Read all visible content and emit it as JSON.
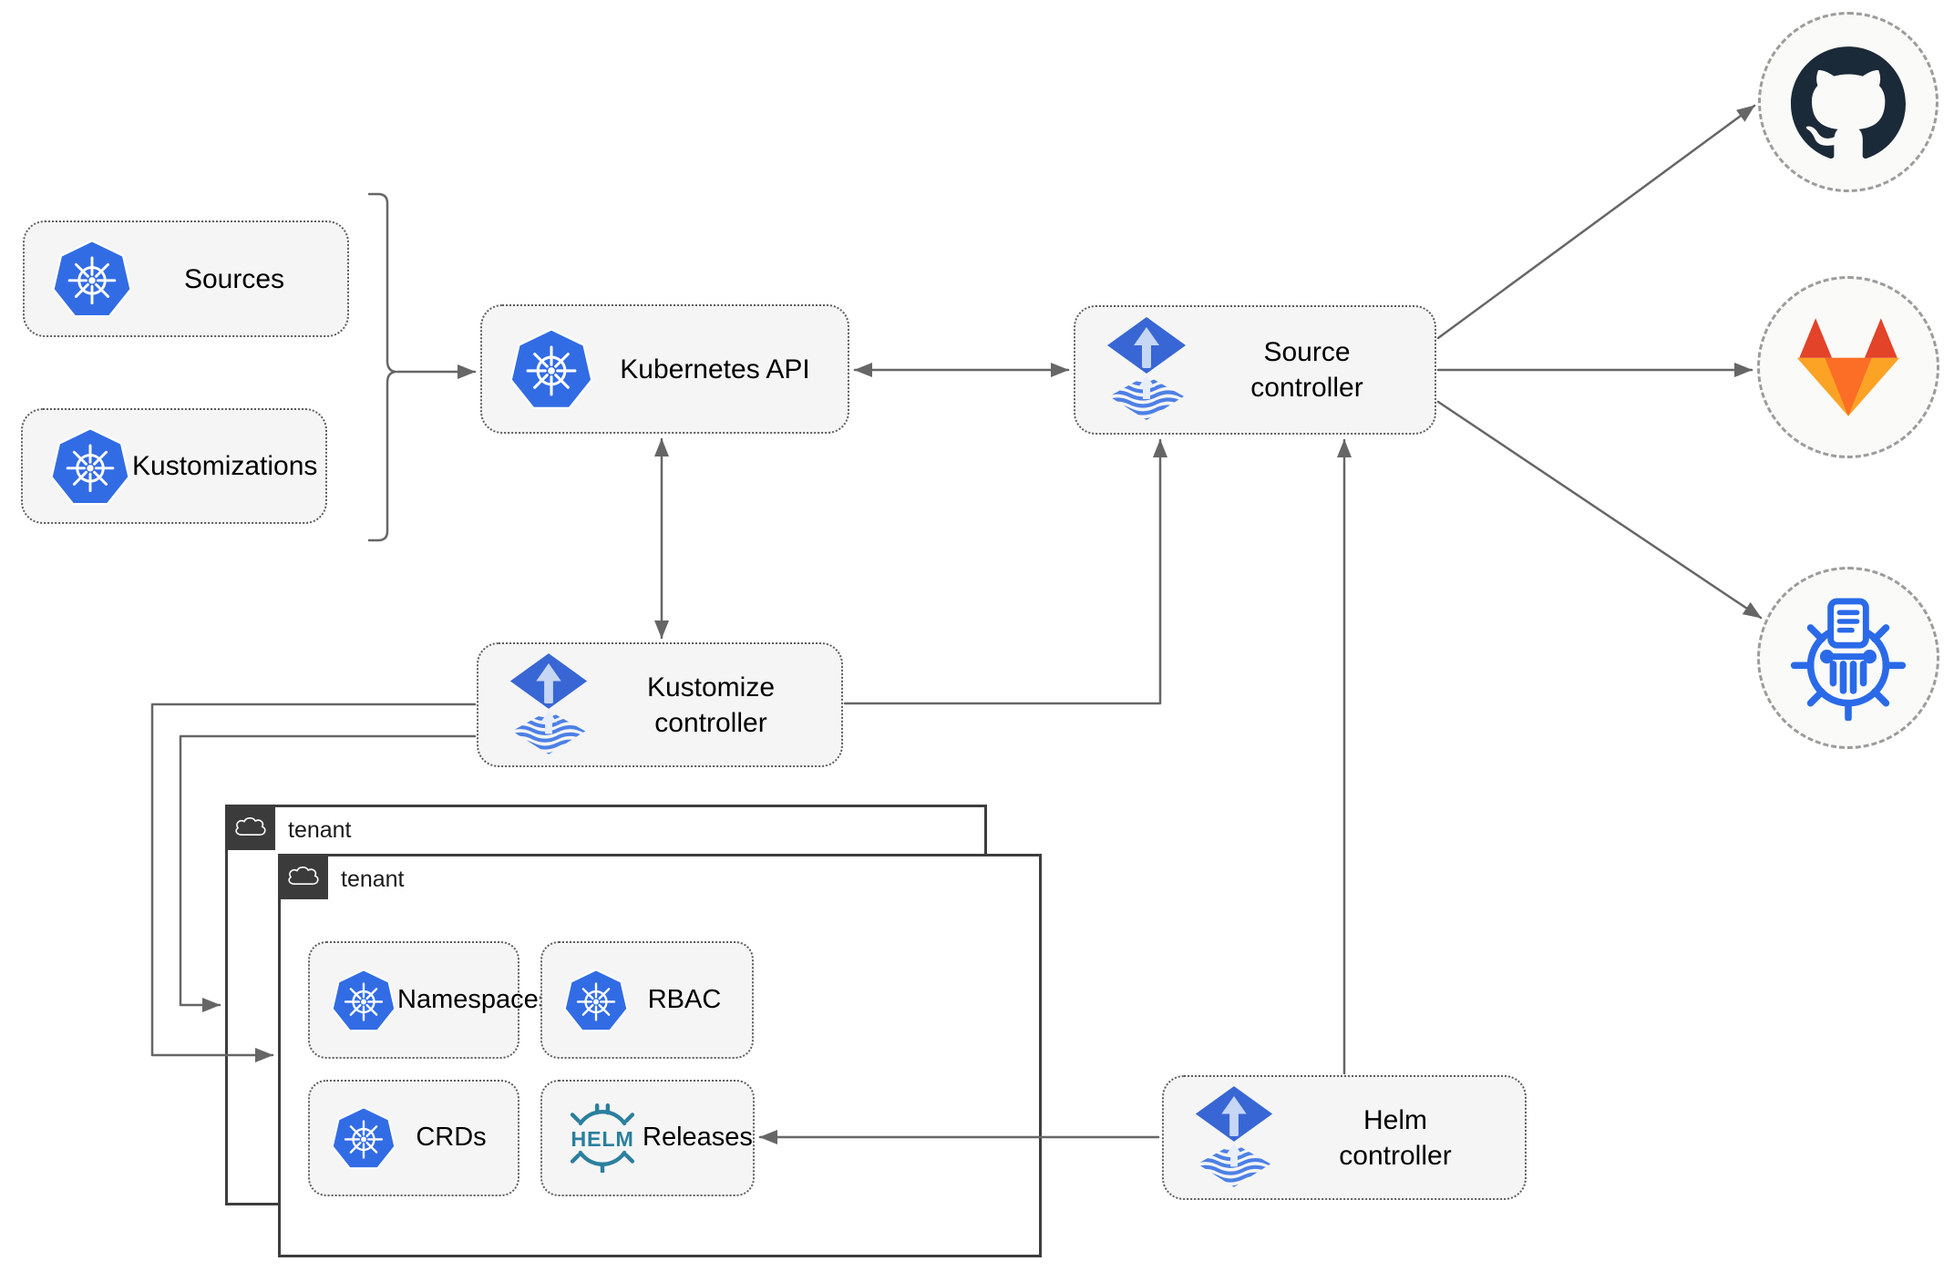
{
  "diagram": {
    "nodes": {
      "sources": {
        "label": "Sources",
        "icon": "kubernetes-icon"
      },
      "kustomizations": {
        "label": "Kustomizations",
        "icon": "kubernetes-icon"
      },
      "kubernetes_api": {
        "label": "Kubernetes API",
        "icon": "kubernetes-icon"
      },
      "source_controller": {
        "label": "Source\ncontroller",
        "icon": "flux-icon"
      },
      "kustomize_controller": {
        "label": "Kustomize\ncontroller",
        "icon": "flux-icon"
      },
      "helm_controller": {
        "label": "Helm\ncontroller",
        "icon": "flux-icon"
      },
      "tenant_outer": {
        "label": "tenant",
        "icon": "cloud-icon"
      },
      "tenant_inner": {
        "label": "tenant",
        "icon": "cloud-icon"
      },
      "namespaces": {
        "label": "Namespaces",
        "icon": "kubernetes-icon"
      },
      "rbac": {
        "label": "RBAC",
        "icon": "kubernetes-icon"
      },
      "crds": {
        "label": "CRDs",
        "icon": "kubernetes-icon"
      },
      "releases": {
        "label": "Releases",
        "icon": "helm-icon"
      }
    },
    "external_endpoints": [
      {
        "name": "github",
        "icon": "github-icon"
      },
      {
        "name": "gitlab",
        "icon": "gitlab-icon"
      },
      {
        "name": "chartmuseum",
        "icon": "chartmuseum-icon"
      }
    ],
    "colors": {
      "kubernetes_blue": "#326ce5",
      "flux_blue": "#3866d4",
      "flux_light_arrow": "#c6d6f5",
      "helm_teal": "#2b7f9e",
      "github_dark": "#1b2a38",
      "gitlab_red": "#e24329",
      "gitlab_orange": "#fc6d26",
      "gitlab_amber": "#fca326",
      "chartmuseum_blue": "#2a6ae8",
      "connector_gray": "#666666",
      "node_fill": "#f5f5f5",
      "tenant_border": "#3d3d3d"
    }
  }
}
